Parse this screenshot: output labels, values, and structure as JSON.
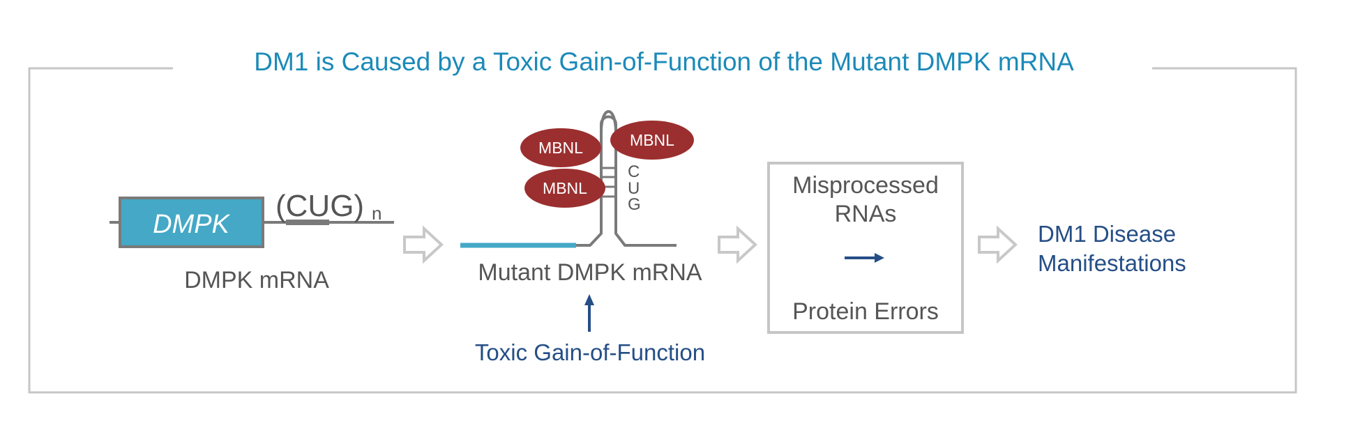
{
  "title": "DM1 is Caused by a Toxic Gain-of-Function of the Mutant DMPK mRNA",
  "colors": {
    "title": "#1b8ab8",
    "frame": "#c6c6c6",
    "gene_box_fill": "#44a8c6",
    "gene_box_border": "#7a7a7a",
    "rna_line": "#7a7a7a",
    "mbnl_fill": "#9b2f2f",
    "flow_arrow_outline": "#c8c8c8",
    "emphasis_blue": "#254e86",
    "body_text": "#555555"
  },
  "stage_normal": {
    "gene_label": "DMPK",
    "repeat_label": "(CUG)",
    "repeat_subscript": "n",
    "caption": "DMPK mRNA"
  },
  "stage_mutant": {
    "proteins": [
      {
        "label": "MBNL"
      },
      {
        "label": "MBNL"
      },
      {
        "label": "MBNL"
      }
    ],
    "hairpin_codon_letters": [
      "C",
      "U",
      "G"
    ],
    "caption": "Mutant DMPK mRNA",
    "annotation": "Toxic Gain-of-Function"
  },
  "stage_consequence": {
    "line1": "Misprocessed",
    "line2": "RNAs",
    "line3": "Protein Errors"
  },
  "stage_outcome": {
    "line1": "DM1 Disease",
    "line2": "Manifestations"
  },
  "icons": {
    "flow_arrow": "hollow-right-arrow",
    "causal_arrow_up": "up-arrow",
    "causal_arrow_right": "right-arrow"
  }
}
